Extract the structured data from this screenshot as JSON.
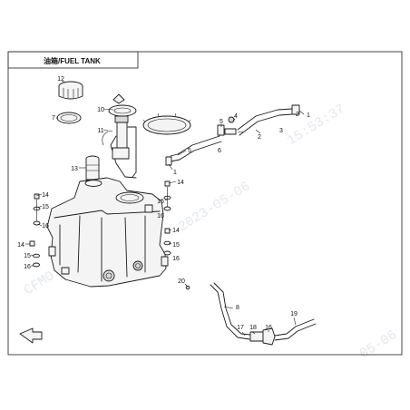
{
  "title": "油箱/FUEL TANK",
  "watermark": {
    "date": "2023-05-06",
    "time": "15:53:37",
    "date_fragment": "05-06",
    "prefix": "CFMO"
  },
  "callouts": {
    "c1_top": "1",
    "c1_clamp": "1",
    "c2_top": "2",
    "c2_hose": "2",
    "c3": "3",
    "c4": "4",
    "c5_a": "5",
    "c5_b": "5",
    "c6": "6",
    "c7": "7",
    "c8": "8",
    "c10": "10",
    "c11": "11",
    "c12": "12",
    "c13": "13",
    "c14_a": "14",
    "c14_b": "14",
    "c14_c": "14",
    "c14_d": "14",
    "c15_a": "15",
    "c15_b": "15",
    "c15_c": "15",
    "c15_d": "15",
    "c16_a": "16",
    "c16_b": "16",
    "c16_c": "16",
    "c16_d": "16",
    "c17": "17",
    "c18": "18",
    "c19": "19",
    "c20": "20"
  },
  "icons": {
    "front": "front-direction-arrow-icon"
  }
}
